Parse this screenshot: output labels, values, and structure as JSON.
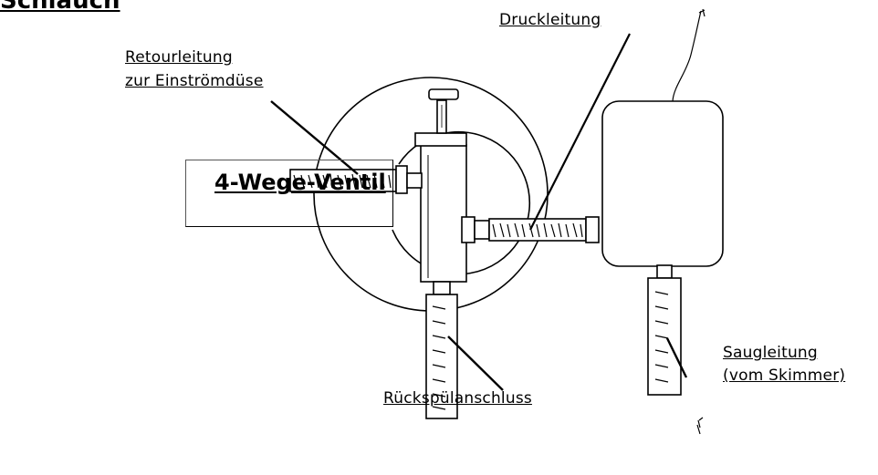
{
  "diagram": {
    "heading": "Schlauch",
    "valve_box_label": "4-Wege-Ventil",
    "labels": {
      "retour": "Retourleitung",
      "retour_line2": "zur Einströmdüse",
      "druck": "Druckleitung",
      "rueckspuel": "Rückspülanschluss",
      "saug": "Saugleitung",
      "saug_line2": "(vom Skimmer)"
    }
  }
}
